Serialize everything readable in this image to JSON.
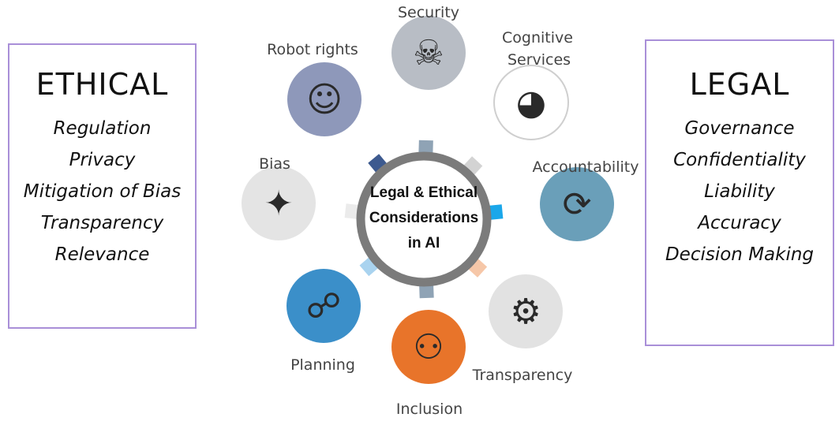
{
  "ethical": {
    "title": "ETHICAL",
    "items": [
      "Regulation",
      "Privacy",
      "Mitigation of Bias",
      "Transparency",
      "Relevance"
    ]
  },
  "legal": {
    "title": "LEGAL",
    "items": [
      "Governance",
      "Confidentiality",
      "Liability",
      "Accuracy",
      "Decision Making"
    ]
  },
  "center": {
    "lines": [
      "Legal & Ethical",
      "Considerations",
      "in AI"
    ]
  },
  "nodes": [
    {
      "label": "Security",
      "icon": "skull-laptop-icon",
      "glyph": "☠",
      "circle_color": "#b8bdc5",
      "arrow_color": "#8fa3b5"
    },
    {
      "label": "Robot rights",
      "icon": "robot-human-face-icon",
      "glyph": "☺",
      "circle_color": "#8e98ba",
      "arrow_color": "#3d5a8f"
    },
    {
      "label_lines": [
        "Cognitive",
        "Services"
      ],
      "icon": "alien-head-icon",
      "glyph": "◕",
      "circle_color": "#ffffff",
      "arrow_color": "#d3d3d3"
    },
    {
      "label": "Accountability",
      "icon": "gear-cycle-icon",
      "glyph": "⟳",
      "circle_color": "#6a9fb9",
      "arrow_color": "#1aa7ea"
    },
    {
      "label": "Bias",
      "icon": "person-stars-icon",
      "glyph": "✦",
      "circle_color": "#e4e4e4",
      "arrow_color": "#ebebeb"
    },
    {
      "label": "Planning",
      "icon": "network-people-icon",
      "glyph": "☍",
      "circle_color": "#3b8fc9",
      "arrow_color": "#a9d3ef"
    },
    {
      "label": "Inclusion",
      "icon": "people-lightbulb-icon",
      "glyph": "⚇",
      "circle_color": "#e8742a",
      "arrow_color": "#8fa3b5"
    },
    {
      "label": "Transparency",
      "icon": "gear-wrench-icon",
      "glyph": "⚙",
      "circle_color": "#e2e2e2",
      "arrow_color": "#f6c7a8"
    }
  ]
}
